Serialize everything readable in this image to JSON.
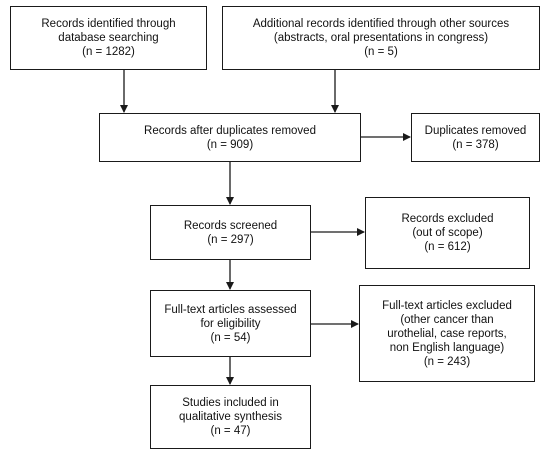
{
  "boxes": {
    "identified_db": [
      "Records identified through",
      "database searching",
      "(n = 1282)"
    ],
    "identified_other": [
      "Additional records identified through other sources",
      "(abstracts, oral presentations in congress)",
      "(n = 5)"
    ],
    "after_duplicates": [
      "Records after duplicates removed",
      "(n = 909)"
    ],
    "duplicates_removed": [
      "Duplicates removed",
      "(n = 378)"
    ],
    "screened": [
      "Records screened",
      "(n = 297)"
    ],
    "excluded": [
      "Records excluded",
      "(out of scope)",
      "(n = 612)"
    ],
    "fulltext_assessed": [
      "Full-text articles assessed",
      "for eligibility",
      "(n = 54)"
    ],
    "fulltext_excluded": [
      "Full-text articles excluded",
      "(other cancer than",
      "urothelial, case reports,",
      "non English language)",
      "(n = 243)"
    ],
    "included": [
      "Studies included in",
      "qualitative synthesis",
      "(n = 47)"
    ]
  },
  "colors": {
    "line": "#1a1a1a",
    "box_border": "#1a1a1a"
  }
}
